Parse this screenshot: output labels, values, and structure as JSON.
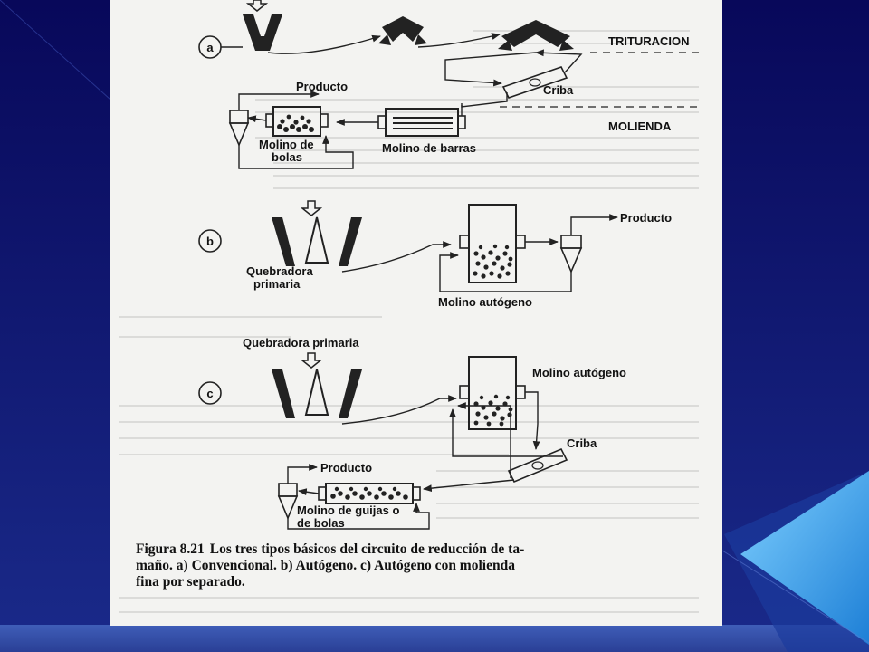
{
  "figure": {
    "a": {
      "marker": "a",
      "trituracion": "TRITURACION",
      "molienda": "MOLIENDA",
      "producto": "Producto",
      "criba": "Criba",
      "molino_bolas_1": "Molino de",
      "molino_bolas_2": "bolas",
      "molino_barras": "Molino de barras"
    },
    "b": {
      "marker": "b",
      "producto": "Producto",
      "quebradora_1": "Quebradora",
      "quebradora_2": "primaria",
      "molino_autogeno": "Molino autógeno"
    },
    "c": {
      "marker": "c",
      "quebradora": "Quebradora primaria",
      "molino_autogeno": "Molino autógeno",
      "criba": "Criba",
      "producto": "Producto",
      "molino_guijas_1": "Molino de guijas o",
      "molino_guijas_2": "de bolas"
    },
    "caption": {
      "number": "Figura 8.21",
      "line1": "Los tres tipos básicos del circuito de reducción de ta-",
      "line2": "maño. a) Convencional. b) Autógeno. c) Autógeno con molienda",
      "line3": "fina por separado."
    }
  },
  "colors": {
    "background": "#0a0a5e",
    "page": "#f3f3f1",
    "accent_cyan": "#2fa3e6"
  }
}
